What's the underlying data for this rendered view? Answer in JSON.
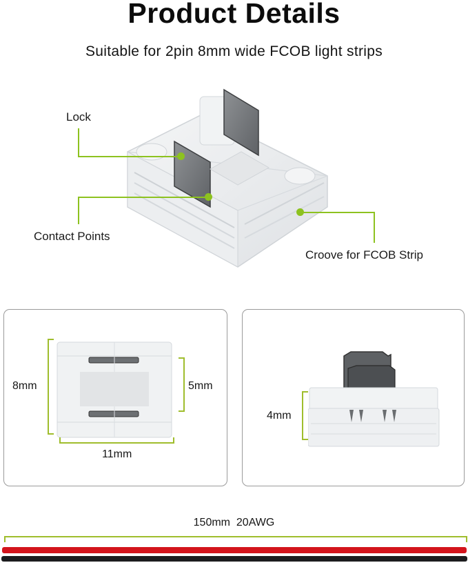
{
  "header": {
    "title": "Product Details",
    "subtitle": "Suitable for 2pin 8mm wide FCOB light strips"
  },
  "main_image": {
    "alt": "clear 2-pin FCOB strip connector, 3/4 view",
    "callouts": [
      {
        "label": "Lock"
      },
      {
        "label": "Contact Points"
      },
      {
        "label": "Croove for FCOB Strip"
      }
    ]
  },
  "top_view_card": {
    "alt": "connector top view",
    "dimensions": {
      "height": "8mm",
      "inner": "5mm",
      "width": "11mm"
    }
  },
  "side_view_card": {
    "alt": "connector side view",
    "dimensions": {
      "height": "4mm"
    }
  },
  "wire": {
    "label": "150mm  20AWG",
    "colors": {
      "red": "#d3141c",
      "black": "#1c1c1e"
    }
  },
  "colors": {
    "accent_green": "#8dc21f",
    "bracket_green": "#9fbd2c",
    "card_border": "#9a9a9a"
  }
}
